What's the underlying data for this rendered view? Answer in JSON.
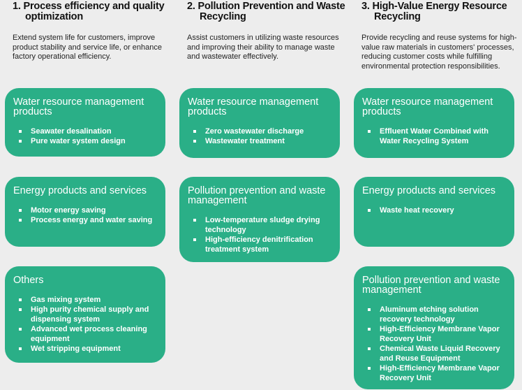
{
  "columns": [
    {
      "title": "1. Process efficiency and quality optimization",
      "description": "Extend system life for customers, improve product stability and service life, or enhance factory operational efficiency.",
      "cards": [
        {
          "heading": "Water resource management products",
          "items": [
            "Seawater desalination",
            "Pure water system design"
          ]
        },
        {
          "heading": "Energy products and services",
          "items": [
            "Motor energy saving",
            "Process energy and water saving"
          ]
        },
        {
          "heading": "Others",
          "items": [
            "Gas mixing system",
            "High purity chemical supply and dispensing system",
            "Advanced wet process cleaning equipment",
            "Wet stripping equipment"
          ]
        }
      ]
    },
    {
      "title": "2. Pollution Prevention and Waste Recycling",
      "description": "Assist customers in utilizing waste resources and improving their ability to manage waste and wastewater effectively.",
      "cards": [
        {
          "heading": "Water resource management products",
          "items": [
            "Zero wastewater discharge",
            "Wastewater treatment"
          ]
        },
        {
          "heading": "Pollution prevention and waste management",
          "items": [
            "Low-temperature sludge drying technology",
            "High-efficiency denitrification treatment system"
          ]
        }
      ]
    },
    {
      "title": "3. High-Value Energy Resource Recycling",
      "description": "Provide recycling and reuse systems for high-value raw materials in customers' processes, reducing customer costs while fulfilling environmental protection responsibilities.",
      "cards": [
        {
          "heading": "Water resource management products",
          "items": [
            "Effluent Water Combined with Water Recycling System"
          ]
        },
        {
          "heading": "Energy products and services",
          "items": [
            "Waste heat recovery"
          ]
        },
        {
          "heading": "Pollution prevention and waste management",
          "items": [
            "Aluminum etching solution recovery technology",
            "High-Efficiency Membrane Vapor Recovery Unit",
            "Chemical Waste Liquid Recovery and Reuse Equipment",
            "High-Efficiency Membrane Vapor Recovery Unit"
          ]
        }
      ]
    }
  ],
  "colors": {
    "card": "#2aaf87",
    "background": "#ededed"
  }
}
